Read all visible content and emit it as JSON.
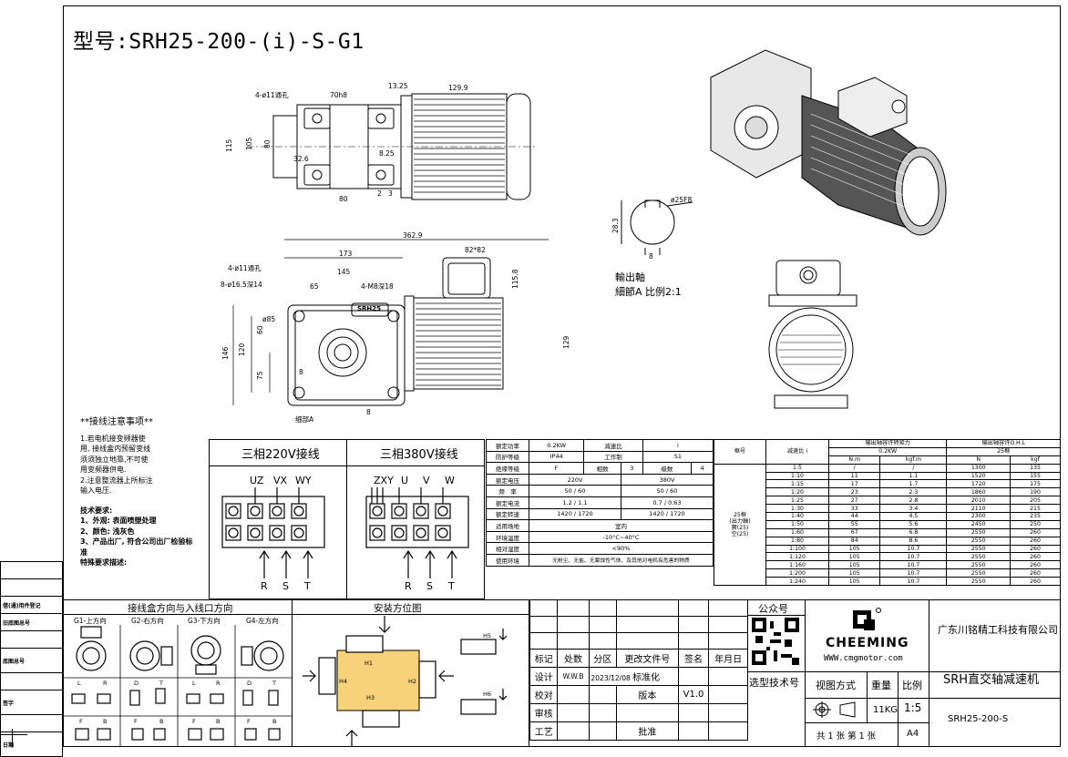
{
  "model_title": "型号:SRH25-200-(i)-S-G1",
  "top_view": {
    "dims": [
      "4-ø11通孔",
      "70h8",
      "13.25",
      "129.9",
      "115",
      "105",
      "80",
      "32.6",
      "8.25",
      "80",
      "2",
      "3"
    ]
  },
  "front_view": {
    "dims": [
      "362.9",
      "173",
      "82*82",
      "4-ø11通孔",
      "145",
      "8-ø16.5深14",
      "65",
      "4-M8深18",
      "115.8",
      "ø85",
      "146",
      "120",
      "60",
      "75",
      "8",
      "129",
      "8",
      "细部A"
    ],
    "nameplate": "SRH25"
  },
  "shaft_detail": {
    "dims": [
      "ø25F8",
      "28.3",
      "8"
    ],
    "label1": "輸出軸",
    "label2": "細節A 比例2:1"
  },
  "wiring_notes": {
    "heading": "**接线注意事项**",
    "lines": [
      "1.若电机接变频器使",
      "用, 接线盒内预留变线",
      "须须独立地靠,不可使",
      "用变频器供电.",
      "2.注意整流器上所标注",
      "输入电压."
    ],
    "tech_heading": "技术要求:",
    "tech": [
      "1、外观: 表面喷塑处理",
      "2、颜色: 浅灰色",
      "3、产品出厂, 符合公司出厂检验标准",
      "特殊要求描述:"
    ]
  },
  "wiring_diagrams": {
    "title_220": "三相220V接线",
    "title_380": "三相380V接线",
    "labels_220": [
      "UZ",
      "VX",
      "WY"
    ],
    "labels_380": [
      "ZXY",
      "U",
      "V",
      "W"
    ],
    "inputs": [
      "R",
      "S",
      "T"
    ]
  },
  "spec_table": [
    [
      "额定功率",
      "0.2KW",
      "减速比",
      "i"
    ],
    [
      "防护等级",
      "IP44",
      "工作制",
      "S1"
    ],
    [
      "绝缘等级",
      "F",
      "相数",
      "3",
      "级数",
      "4"
    ],
    [
      "额定电压",
      "220V",
      "380V"
    ],
    [
      "频　率",
      "50 / 60",
      "50 / 60"
    ],
    [
      "额定电流",
      "1.2 / 1.1",
      "0.7 / 0.63"
    ],
    [
      "额定转速",
      "1420 / 1720",
      "1420 / 1720"
    ],
    [
      "适用场地",
      "室内"
    ],
    [
      "环境温度",
      "-10°C~40°C"
    ],
    [
      "相对湿度",
      "<90%"
    ],
    [
      "使用环境",
      "无粉尘、无盐、无腐蚀性气体、及其他对电机有危害的物质"
    ]
  ],
  "torque_table": {
    "h_model": "框号",
    "h_ratio": "减速比 i",
    "h_torque": "输出轴容许转矩力",
    "h_ohl": "输出轴容许O.H.L",
    "power": "0.2KW",
    "frame": "25框",
    "units": [
      "N.m",
      "kgf.m",
      "N",
      "kgf"
    ],
    "model_text": [
      "25框",
      "(出力軸)",
      "實(25)",
      "空(25)"
    ],
    "rows": [
      [
        "1:5",
        "/",
        "/",
        "1300",
        "135"
      ],
      [
        "1:10",
        "11",
        "1.1",
        "1520",
        "155"
      ],
      [
        "1:15",
        "17",
        "1.7",
        "1720",
        "175"
      ],
      [
        "1:20",
        "23",
        "2.3",
        "1860",
        "190"
      ],
      [
        "1:25",
        "27",
        "2.8",
        "2010",
        "205"
      ],
      [
        "1:30",
        "33",
        "3.4",
        "2110",
        "215"
      ],
      [
        "1:40",
        "44",
        "4.5",
        "2300",
        "235"
      ],
      [
        "1:50",
        "55",
        "5.6",
        "2450",
        "250"
      ],
      [
        "1:60",
        "67",
        "6.8",
        "2550",
        "260"
      ],
      [
        "1:80",
        "84",
        "8.6",
        "2550",
        "260"
      ],
      [
        "1:100",
        "105",
        "10.7",
        "2550",
        "260"
      ],
      [
        "1:120",
        "105",
        "10.7",
        "2550",
        "260"
      ],
      [
        "1:160",
        "105",
        "10.7",
        "2550",
        "260"
      ],
      [
        "1:200",
        "105",
        "10.7",
        "2550",
        "260"
      ],
      [
        "1:240",
        "105",
        "10.7",
        "2550",
        "260"
      ]
    ]
  },
  "direction_section": {
    "title": "接线盒方向与入线口方向",
    "cols": [
      "G1-上方向",
      "G2-右方向",
      "G3-下方向",
      "G4-左方向"
    ],
    "lr": [
      "L",
      "R",
      "D",
      "T",
      "L",
      "R",
      "D",
      "T"
    ],
    "fb": [
      "F",
      "B",
      "F",
      "B",
      "F",
      "B",
      "F",
      "B"
    ]
  },
  "install_section": {
    "title": "安装方位图",
    "labels": [
      "H1",
      "H2",
      "H3",
      "H4",
      "H5",
      "H6"
    ]
  },
  "title_block": {
    "headers": [
      "标记",
      "处数",
      "分区",
      "更改文件号",
      "签名",
      "年月日"
    ],
    "design": "设计",
    "designer": "W.W.B",
    "date": "2023/12/08",
    "standard": "标准化",
    "check": "校对",
    "version_label": "版本",
    "version": "V1.0",
    "audit": "审核",
    "process": "工艺",
    "approve": "批准",
    "wechat": "公众号",
    "tech_select": "选型技术号",
    "brand": "CHEEMING",
    "website": "WWW.cmgmotor.com",
    "view_method": "视图方式",
    "weight_label": "重量",
    "scale_label": "比例",
    "weight": "11KG",
    "scale": "1:5",
    "sheets": "共 1 张 第 1 张",
    "paper": "A4",
    "company": "广东川铭精工科技有限公司",
    "product": "SRH直交轴减速机",
    "model": "SRH25-200-S"
  },
  "side_block": [
    "借(通)用件登记",
    "旧底图总号",
    "底图总号",
    "签字",
    "日期"
  ]
}
